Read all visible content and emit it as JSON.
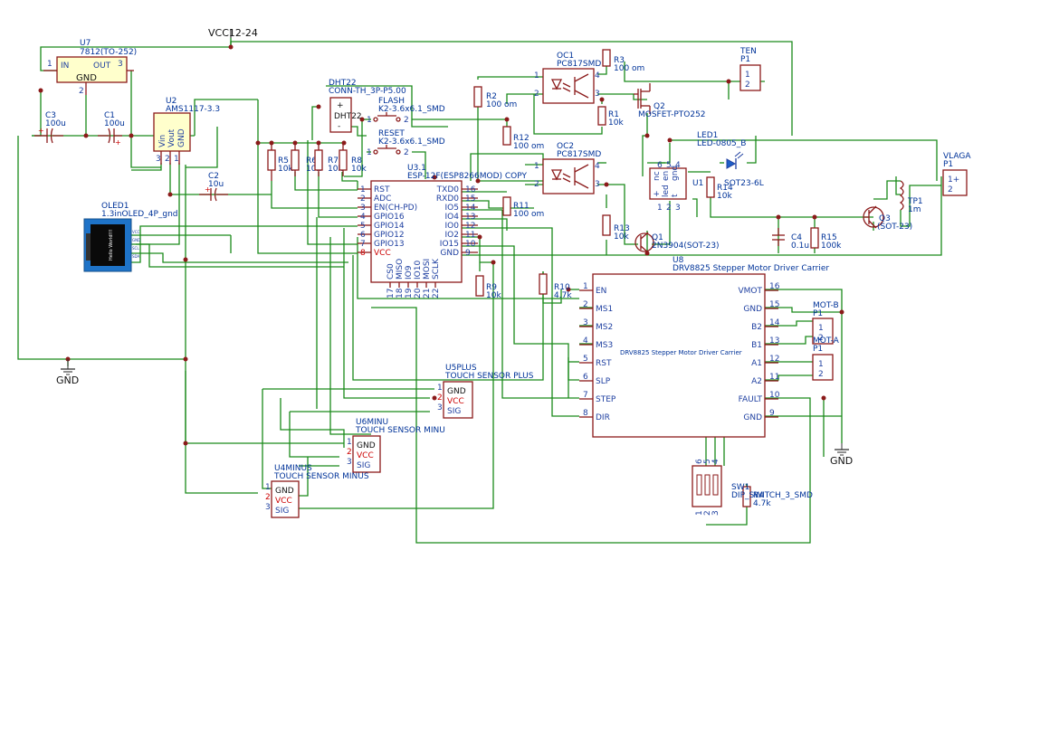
{
  "nets": {
    "vcc": "VCC12-24",
    "gnd1": "GND",
    "gnd2": "GND"
  },
  "u7": {
    "ref": "U7",
    "val": "7812(TO-252)",
    "pin1": "1",
    "pin3": "3",
    "pin2": "2",
    "in": "IN",
    "out": "OUT",
    "gnd": "GND"
  },
  "c3": {
    "ref": "C3",
    "val": "100u"
  },
  "c1": {
    "ref": "C1",
    "val": "100u"
  },
  "u2": {
    "ref": "U2",
    "val": "AMS1117-3.3",
    "vin": "Vin",
    "vout": "Vout",
    "gnd": "GND",
    "p3": "3",
    "p2": "2",
    "p1": "1"
  },
  "c2": {
    "ref": "C2",
    "val": "10u"
  },
  "dht": {
    "ref": "DHT22",
    "val": "CONN-TH_3P-P5.00",
    "name": "DHT22",
    "plus": "+",
    "minus": "-"
  },
  "flash": {
    "ref": "FLASH",
    "val": "K2-3.6x6.1_SMD",
    "p1": "1",
    "p2": "2"
  },
  "reset": {
    "ref": "RESET",
    "val": "K2-3.6x6.1_SMD",
    "p1": "1",
    "p2": "2"
  },
  "res": [
    {
      "ref": "R5",
      "val": "10k"
    },
    {
      "ref": "R6",
      "val": "10k"
    },
    {
      "ref": "R7",
      "val": "10k"
    },
    {
      "ref": "R8",
      "val": "10k"
    },
    {
      "ref": "R2",
      "val": "100 om"
    },
    {
      "ref": "R3",
      "val": "100 om"
    },
    {
      "ref": "R1",
      "val": "10k"
    },
    {
      "ref": "R12",
      "val": "100 om"
    },
    {
      "ref": "R11",
      "val": "100 om"
    },
    {
      "ref": "R9",
      "val": "10k"
    },
    {
      "ref": "R10",
      "val": "4.7k"
    },
    {
      "ref": "R13",
      "val": "10k"
    },
    {
      "ref": "R14",
      "val": "10k"
    },
    {
      "ref": "R15",
      "val": "100k"
    },
    {
      "ref": "R4",
      "val": "4.7k"
    }
  ],
  "u3": {
    "ref": "U3.1",
    "val": "ESP-12F(ESP8266MOD) COPY",
    "left": [
      {
        "n": "1",
        "l": "RST"
      },
      {
        "n": "2",
        "l": "ADC"
      },
      {
        "n": "3",
        "l": "EN(CH-PD)"
      },
      {
        "n": "4",
        "l": "GPIO16"
      },
      {
        "n": "5",
        "l": "GPIO14"
      },
      {
        "n": "6",
        "l": "GPIO12"
      },
      {
        "n": "7",
        "l": "GPIO13"
      },
      {
        "n": "8",
        "l": "VCC"
      }
    ],
    "right": [
      {
        "n": "16",
        "l": "TXD0"
      },
      {
        "n": "15",
        "l": "RXD0"
      },
      {
        "n": "14",
        "l": "IO5"
      },
      {
        "n": "13",
        "l": "IO4"
      },
      {
        "n": "12",
        "l": "IO0"
      },
      {
        "n": "11",
        "l": "IO2"
      },
      {
        "n": "10",
        "l": "IO15"
      },
      {
        "n": "9",
        "l": "GND"
      }
    ],
    "bottom": [
      {
        "n": "17",
        "l": "CS0"
      },
      {
        "n": "18",
        "l": "MISO"
      },
      {
        "n": "19",
        "l": "IO9"
      },
      {
        "n": "20",
        "l": "IO10"
      },
      {
        "n": "21",
        "l": "MOSI"
      },
      {
        "n": "22",
        "l": "SCLK"
      }
    ]
  },
  "oled": {
    "ref": "OLED1",
    "val": "1.3inOLED_4P_gnd",
    "screen": "Hello World!!!",
    "pins": [
      "VCC",
      "GND",
      "SCL",
      "SDA"
    ]
  },
  "oc1": {
    "ref": "OC1",
    "val": "PC817SMD",
    "p1": "1",
    "p2": "2",
    "p3": "3",
    "p4": "4"
  },
  "oc2": {
    "ref": "OC2",
    "val": "PC817SMD",
    "p1": "1",
    "p2": "2",
    "p3": "3",
    "p4": "4"
  },
  "q2": {
    "ref": "Q2",
    "val": "MOSFET-PTO252"
  },
  "ten": {
    "ref": "TEN",
    "val": "P1",
    "p1": "1",
    "p2": "2"
  },
  "led1": {
    "ref": "LED1",
    "val": "LED-0805_B"
  },
  "u1": {
    "ref": "U1",
    "val": "SOT23-6L",
    "pins": [
      "nc",
      "en",
      "gnd",
      "+",
      "led",
      "t"
    ],
    "nums": [
      "6",
      "5",
      "4",
      "1",
      "2",
      "3"
    ]
  },
  "vlaga": {
    "ref": "VLAGA",
    "val": "P1",
    "p1": "1+",
    "p2": "2"
  },
  "tp1": {
    "ref": "TP1",
    "val": "1m"
  },
  "q3": {
    "ref": "Q3",
    "val": "(SOT-23)"
  },
  "q1": {
    "ref": "Q1",
    "val": "2N3904(SOT-23)"
  },
  "c4": {
    "ref": "C4",
    "val": "0.1u"
  },
  "u8": {
    "ref": "U8",
    "val": "DRV8825 Stepper Motor Driver Carrier",
    "inner": "DRV8825 Stepper Motor Driver Carrier",
    "left": [
      {
        "n": "1",
        "l": "EN"
      },
      {
        "n": "2",
        "l": "MS1"
      },
      {
        "n": "3",
        "l": "MS2"
      },
      {
        "n": "4",
        "l": "MS3"
      },
      {
        "n": "5",
        "l": "RST"
      },
      {
        "n": "6",
        "l": "SLP"
      },
      {
        "n": "7",
        "l": "STEP"
      },
      {
        "n": "8",
        "l": "DIR"
      }
    ],
    "right": [
      {
        "n": "16",
        "l": "VMOT"
      },
      {
        "n": "15",
        "l": "GND"
      },
      {
        "n": "14",
        "l": "B2"
      },
      {
        "n": "13",
        "l": "B1"
      },
      {
        "n": "12",
        "l": "A1"
      },
      {
        "n": "11",
        "l": "A2"
      },
      {
        "n": "10",
        "l": "FAULT"
      },
      {
        "n": "9",
        "l": "GND"
      }
    ]
  },
  "motb": {
    "ref": "MOT-B",
    "val": "P1",
    "p1": "1",
    "p2": "2"
  },
  "mota": {
    "ref": "MOT-A",
    "val": "P1",
    "p1": "1",
    "p2": "2"
  },
  "u5": {
    "ref": "U5PLUS",
    "val": "TOUCH SENSOR PLUS",
    "pins": [
      "GND",
      "VCC",
      "SIG"
    ],
    "nums": [
      "1",
      "2",
      "3"
    ]
  },
  "u6": {
    "ref": "U6MINU",
    "val": "TOUCH SENSOR MINU",
    "pins": [
      "GND",
      "VCC",
      "SIG"
    ],
    "nums": [
      "1",
      "2",
      "3"
    ]
  },
  "u4": {
    "ref": "U4MINUS",
    "val": "TOUCH SENSOR MINUS",
    "pins": [
      "GND",
      "VCC",
      "SIG"
    ],
    "nums": [
      "1",
      "2",
      "3"
    ]
  },
  "sw1": {
    "ref": "SW1",
    "val": "DIP_SWITCH_3_SMD",
    "top": [
      "6",
      "5",
      "4"
    ],
    "bot": [
      "1",
      "2",
      "3"
    ]
  }
}
